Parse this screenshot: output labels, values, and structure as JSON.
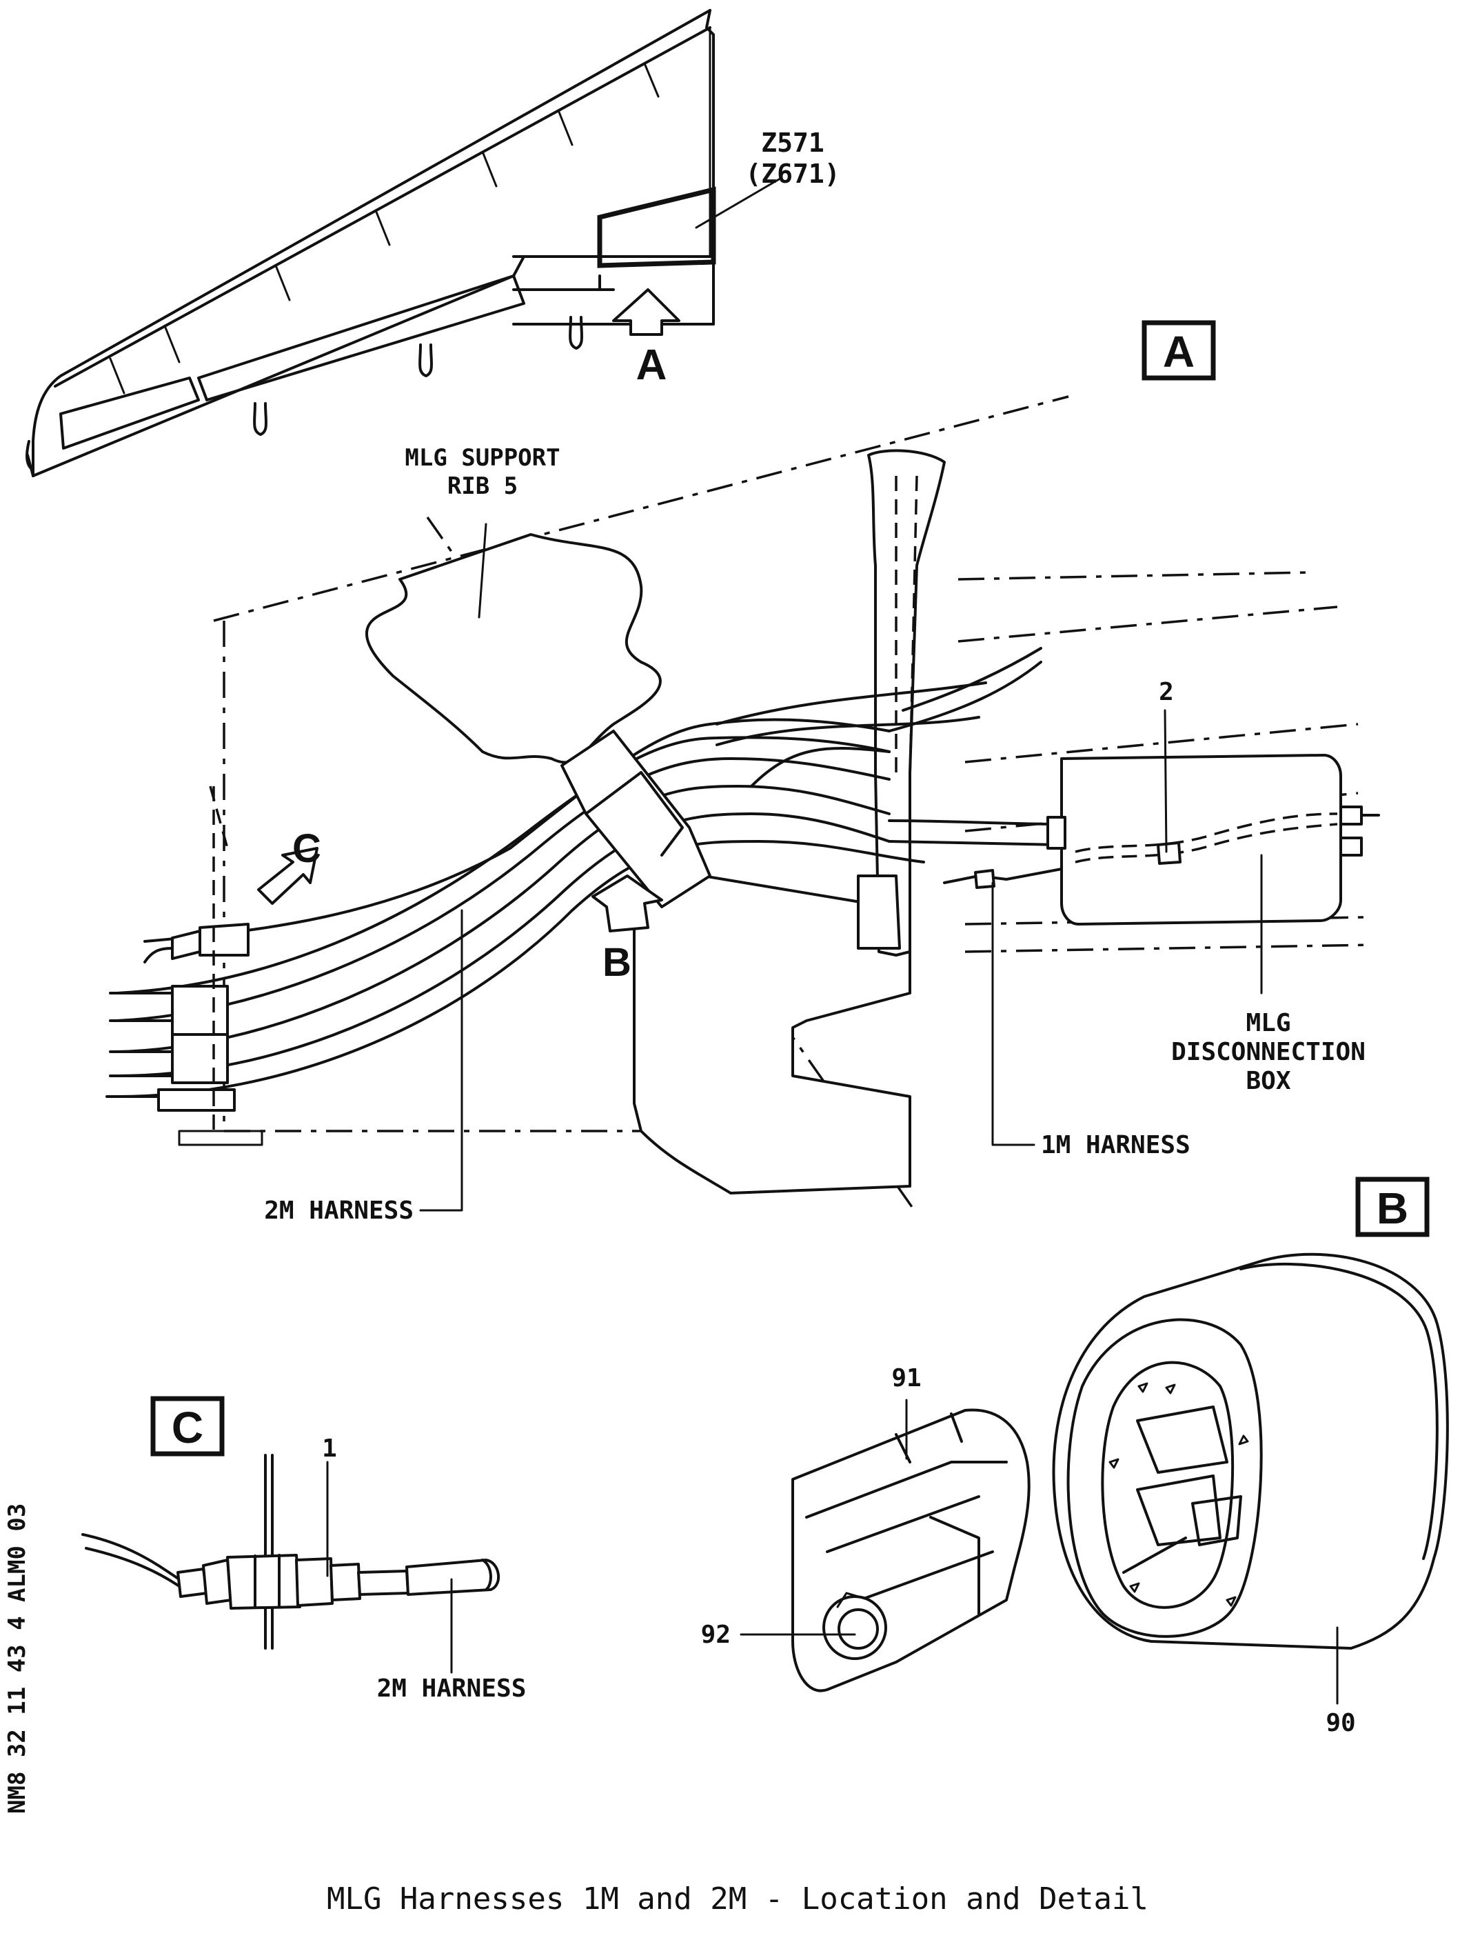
{
  "labels": {
    "zone": "Z571",
    "zone_alt": "(Z671)",
    "view_a_arrow": "A",
    "view_a_box": "A",
    "support_rib_line1": "MLG SUPPORT",
    "support_rib_line2": "RIB 5",
    "item_2": "2",
    "view_c_arrow": "C",
    "view_b_arrow": "B",
    "disc_box_line1": "MLG",
    "disc_box_line2": "DISCONNECTION",
    "disc_box_line3": "BOX",
    "harness_1m": "1M HARNESS",
    "harness_2m": "2M HARNESS",
    "view_b_box": "B",
    "view_c_box": "C",
    "item_1": "1",
    "harness_2m_detail": "2M HARNESS",
    "item_91": "91",
    "item_92": "92",
    "item_90": "90"
  },
  "side_reference": "NM8 32 11 43 4 ALM0 03",
  "caption": "MLG Harnesses 1M and 2M - Location and Detail"
}
